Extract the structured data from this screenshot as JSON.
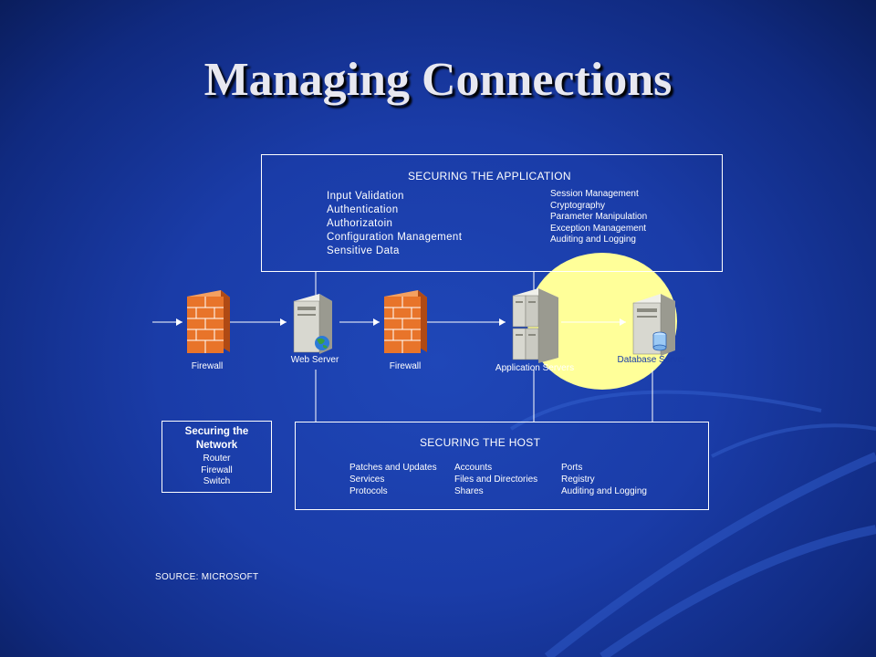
{
  "title": "Managing Connections",
  "app_box": {
    "title": "SECURING THE APPLICATION",
    "left_items": [
      "Input Validation",
      "Authentication",
      "Authorizatoin",
      "Configuration Management",
      "Sensitive Data"
    ],
    "right_items": [
      "Session Management",
      "Cryptography",
      "Parameter Manipulation",
      "Exception Management",
      "Auditing and Logging"
    ]
  },
  "host_box": {
    "title": "SECURING THE HOST",
    "col1": [
      "Patches and Updates",
      "Services",
      "Protocols"
    ],
    "col2": [
      "Accounts",
      "Files and Directories",
      "Shares"
    ],
    "col3": [
      "Ports",
      "Registry",
      "Auditing and Logging"
    ]
  },
  "network_box": {
    "title_line1": "Securing the",
    "title_line2": "Network",
    "items": [
      "Router",
      "Firewall",
      "Switch"
    ]
  },
  "nodes": {
    "firewall1": "Firewall",
    "web_server": "Web Server",
    "firewall2": "Firewall",
    "app_servers": "Application Servers",
    "db_server": "Database Server"
  },
  "source": "SOURCE: MICROSOFT",
  "colors": {
    "highlight": "#ffff99",
    "firewall": "#e8742a",
    "server": "#d8d8d0"
  }
}
